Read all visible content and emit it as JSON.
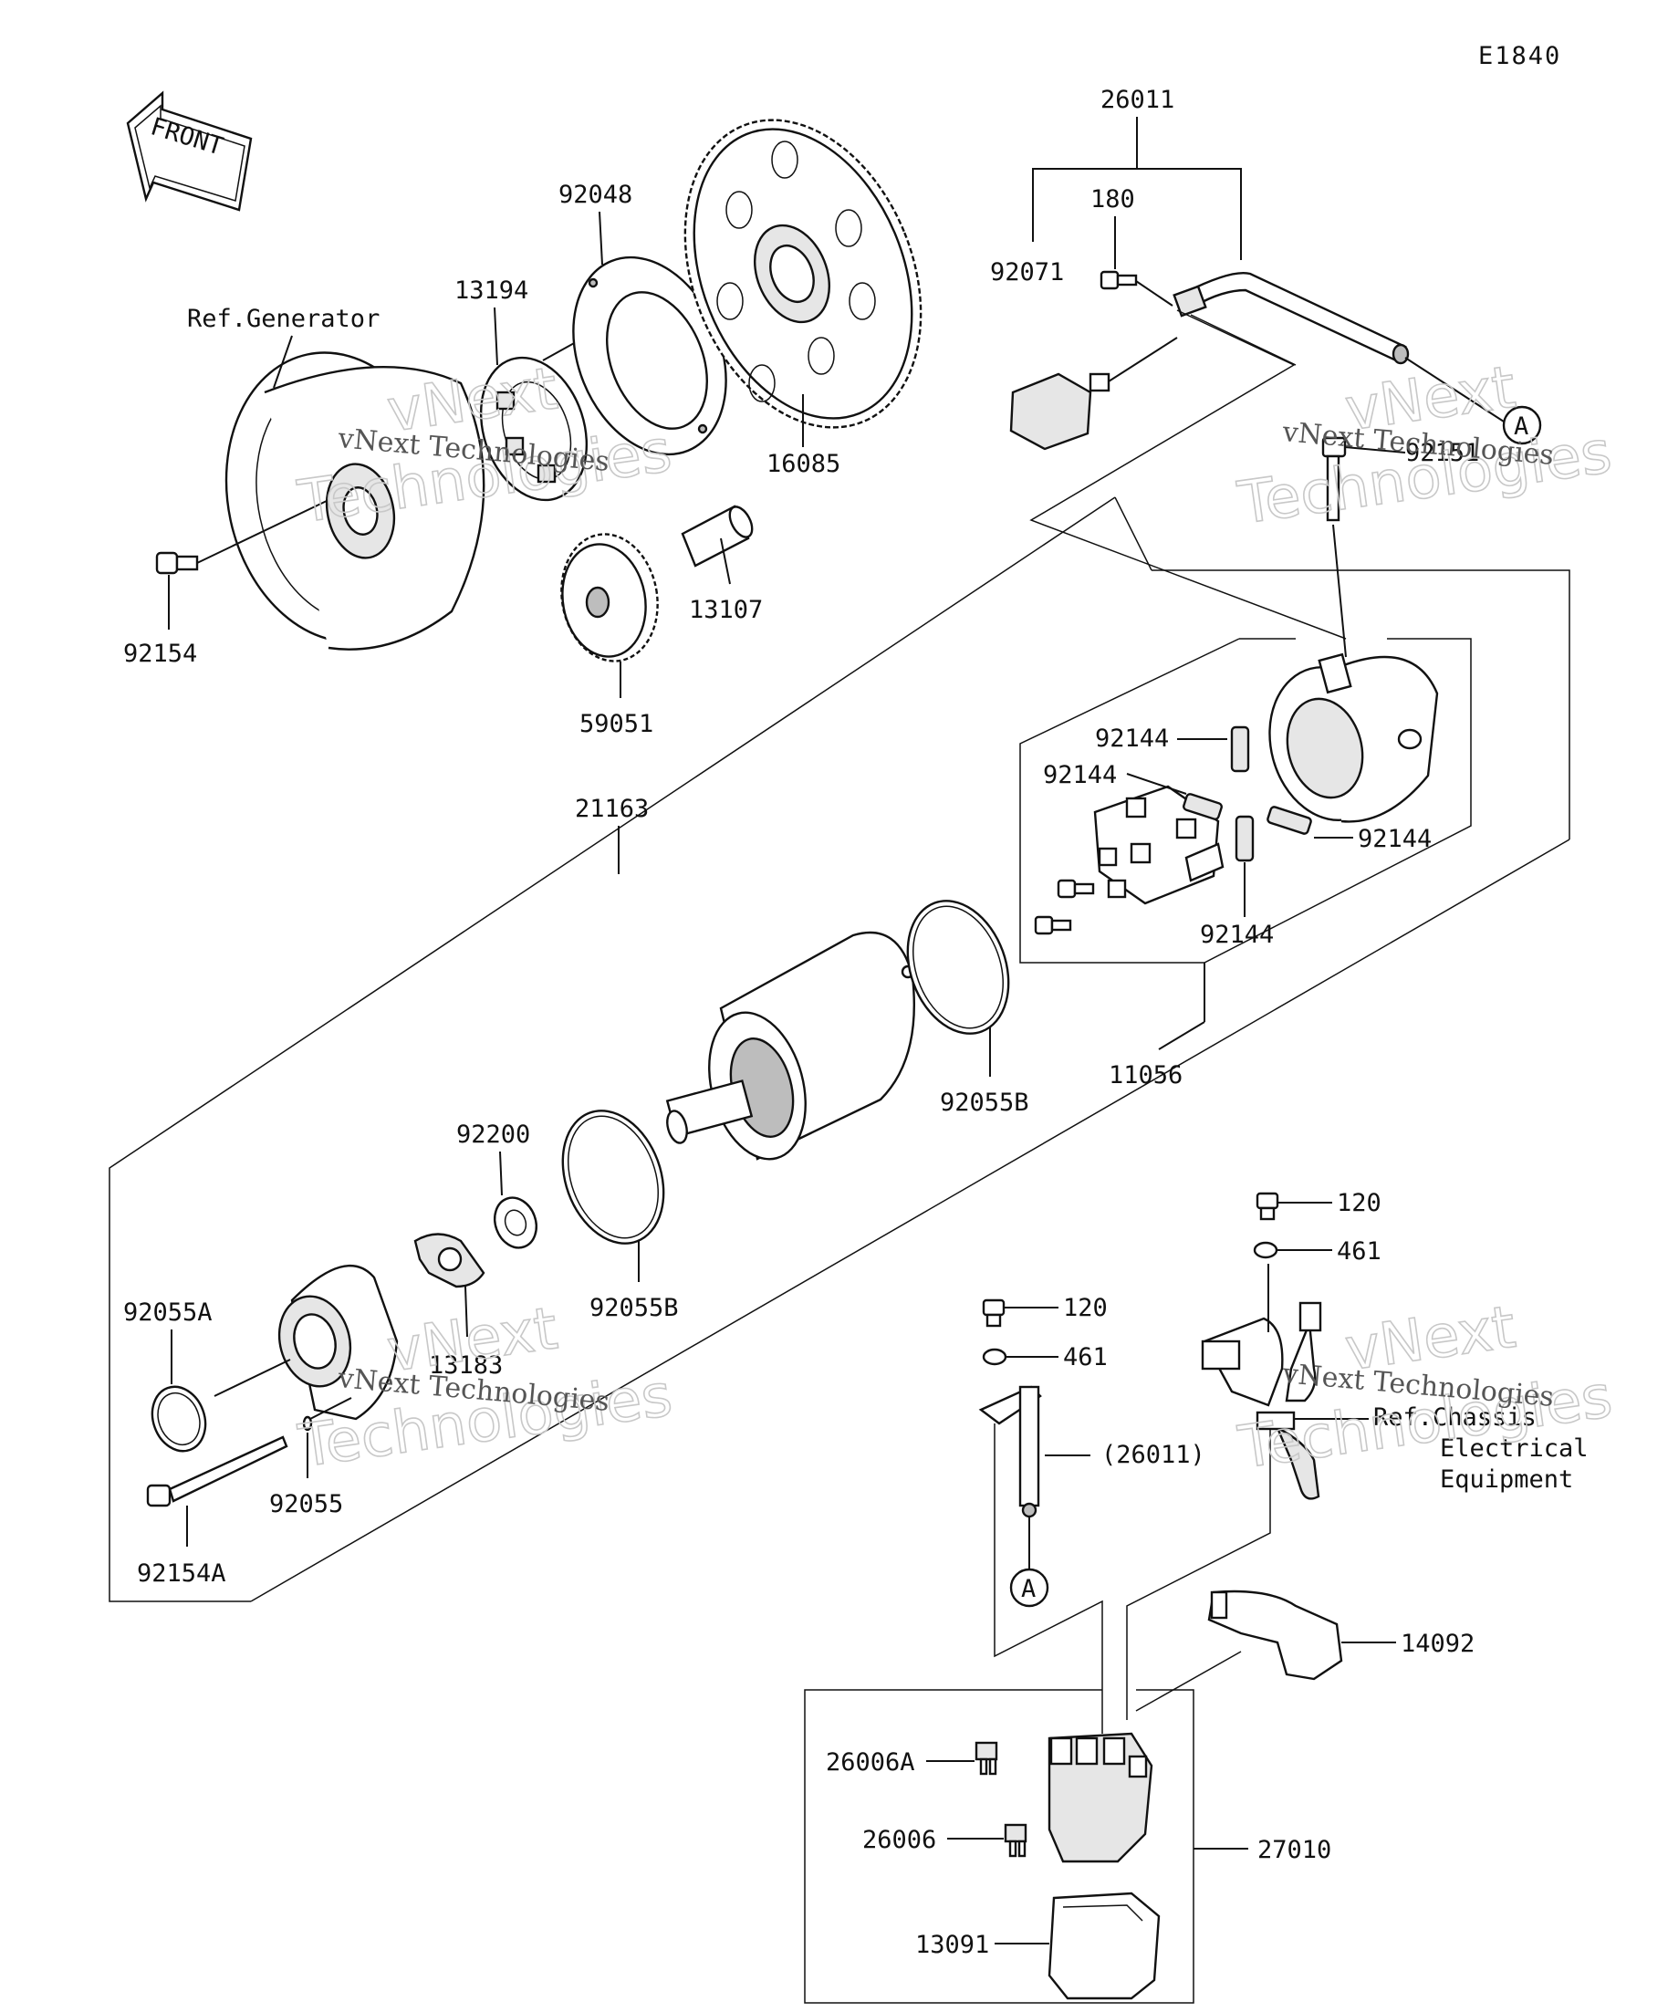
{
  "diagram_code": "E1840",
  "front_label": "FRONT",
  "ref_generator": "Ref.Generator",
  "ref_chassis": [
    "Ref.Chassis",
    "Electrical",
    "Equipment"
  ],
  "callout_letter": "A",
  "watermark": {
    "line1": "vNext",
    "line2": "Technologies",
    "small": "vNext Technologies"
  },
  "parts": {
    "p26011": "26011",
    "p180": "180",
    "p92071": "92071",
    "p92151": "92151",
    "p92048": "92048",
    "p13194": "13194",
    "p16085": "16085",
    "p13107": "13107",
    "p59051": "59051",
    "p92154": "92154",
    "p21163": "21163",
    "p92144a": "92144",
    "p92144b": "92144",
    "p92144c": "92144",
    "p92144d": "92144",
    "p11056": "11056",
    "p92055B_a": "92055B",
    "p92055B_b": "92055B",
    "p92200": "92200",
    "p13183": "13183",
    "p92055A": "92055A",
    "p92055": "92055",
    "p92154A": "92154A",
    "p120a": "120",
    "p461a": "461",
    "p120b": "120",
    "p461b": "461",
    "p26011_paren": "(26011)",
    "p14092": "14092",
    "p26006A": "26006A",
    "p26006": "26006",
    "p27010": "27010",
    "p13091": "13091"
  }
}
